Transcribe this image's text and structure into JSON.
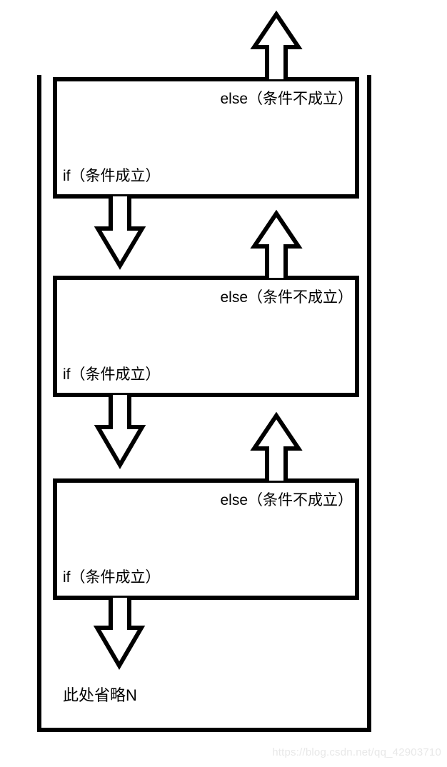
{
  "diagram": {
    "type": "flowchart",
    "title": "nested-if-else-flowchart",
    "outer_container": {
      "name": "outer-scope-frame",
      "has_top_border": false
    },
    "blocks": [
      {
        "id": "if-block-1",
        "else_label": "else（条件不成立）",
        "if_label": "if（条件成立）",
        "exit_arrow": "up-arrow-1",
        "enter_arrow": "down-arrow-1"
      },
      {
        "id": "if-block-2",
        "else_label": "else（条件不成立）",
        "if_label": "if（条件成立）",
        "exit_arrow": "up-arrow-2",
        "enter_arrow": "down-arrow-2"
      },
      {
        "id": "if-block-3",
        "else_label": "else（条件不成立）",
        "if_label": "if（条件成立）",
        "exit_arrow": "up-arrow-3",
        "enter_arrow": "down-arrow-3"
      }
    ],
    "ellipsis_note": "此处省略N",
    "watermark": "https://blog.csdn.net/qq_42903710",
    "colors": {
      "stroke": "#000000",
      "background": "#ffffff",
      "watermark": "#e8e8e8"
    }
  }
}
